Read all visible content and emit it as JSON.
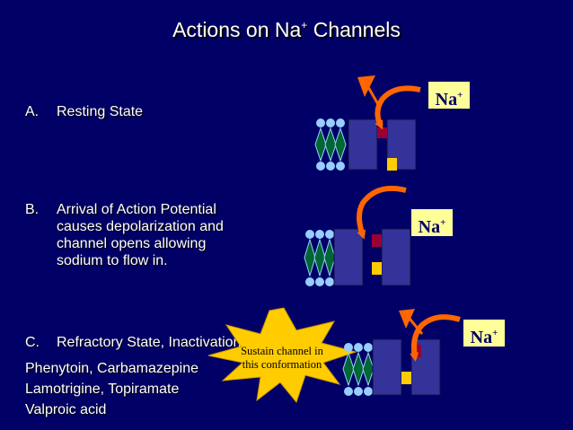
{
  "slide": {
    "title_main": "Actions on Na",
    "title_sup": "+",
    "title_rest": " Channels",
    "colors": {
      "background": "#000066",
      "text": "#ffffff",
      "channel": "#333399",
      "gate_top": "#990033",
      "gate_bottom": "#ffcc00",
      "lipid_head": "#99ccff",
      "lipid_tail": "#006633",
      "arrow": "#ff6600",
      "na_label_bg": "#ffff99",
      "burst": "#ffcc00"
    }
  },
  "states": [
    {
      "label": "A.",
      "lines": [
        "Resting State"
      ]
    },
    {
      "label": "B.",
      "lines": [
        "Arrival of Action Potential",
        "causes depolarization and",
        "channel opens allowing",
        "sodium to flow in."
      ]
    },
    {
      "label": "C.",
      "lines": [
        "Refractory State, Inactivation"
      ]
    }
  ],
  "drugs": [
    "Phenytoin,  Carbamazepine",
    "Lamotrigine, Topiramate",
    "Valproic acid"
  ],
  "na_label": {
    "symbol": "Na",
    "charge": "+"
  },
  "callout": {
    "line1": "Sustain channel in",
    "line2": "this conformation"
  },
  "icons": {
    "membrane": "lipid-bilayer-icon",
    "channel": "sodium-channel-icon",
    "arrow": "curved-arrow-icon",
    "callout": "explosion-burst-icon"
  }
}
